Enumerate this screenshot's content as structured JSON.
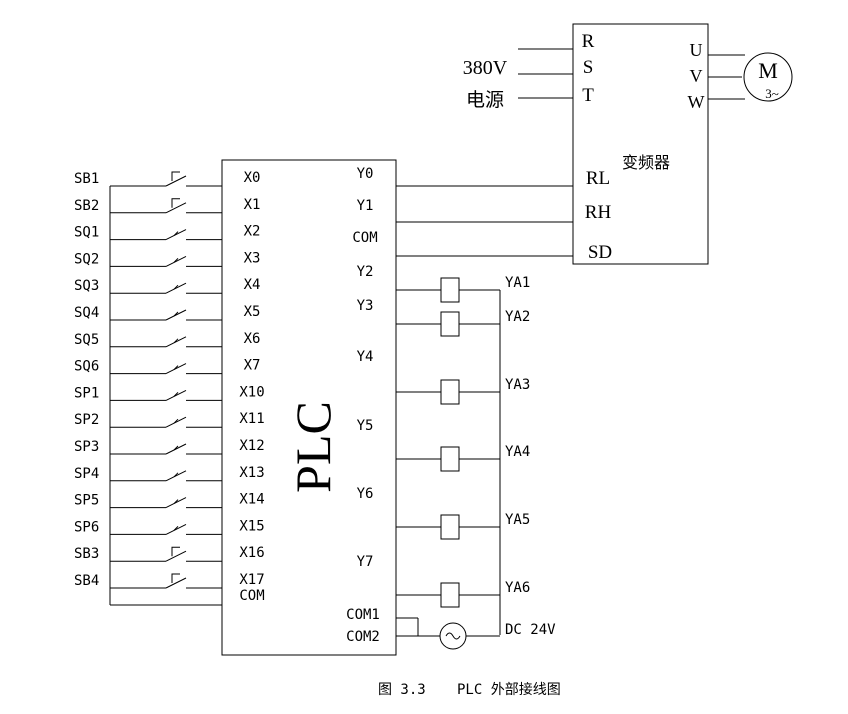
{
  "caption": {
    "figure_number": "图 3.3",
    "title": "PLC 外部接线图"
  },
  "plc": {
    "name": "PLC",
    "inputs": [
      "X0",
      "X1",
      "X2",
      "X3",
      "X4",
      "X5",
      "X6",
      "X7",
      "X10",
      "X11",
      "X12",
      "X13",
      "X14",
      "X15",
      "X16",
      "X17"
    ],
    "input_com": "COM",
    "outputs": [
      "Y0",
      "Y1",
      "COM",
      "Y2",
      "Y3",
      "Y4",
      "Y5",
      "Y6",
      "Y7"
    ],
    "output_com1": "COM1",
    "output_com2": "COM2"
  },
  "switches": [
    "SB1",
    "SB2",
    "SQ1",
    "SQ2",
    "SQ3",
    "SQ4",
    "SQ5",
    "SQ6",
    "SP1",
    "SP2",
    "SP3",
    "SP4",
    "SP5",
    "SP6",
    "SB3",
    "SB4"
  ],
  "solenoids": [
    "YA1",
    "YA2",
    "YA3",
    "YA4",
    "YA5",
    "YA6"
  ],
  "dc_supply": "DC 24V",
  "power_supply": {
    "voltage": "380V",
    "label": "电源"
  },
  "inverter": {
    "name": "变频器",
    "inputs": [
      "R",
      "S",
      "T"
    ],
    "outputs": [
      "U",
      "V",
      "W"
    ],
    "control": [
      "RL",
      "RH",
      "SD"
    ]
  },
  "motor": {
    "letter": "M",
    "symbol": "3~"
  }
}
